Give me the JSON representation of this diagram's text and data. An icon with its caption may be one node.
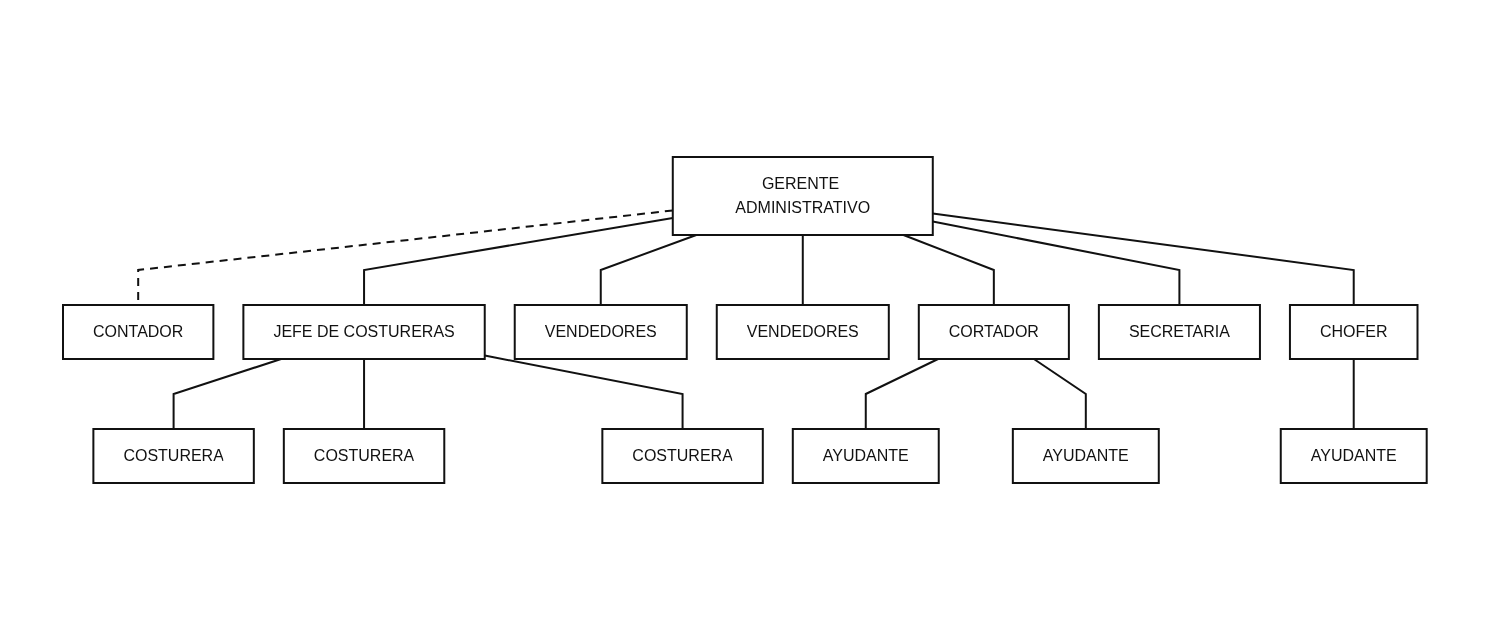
{
  "diagram": {
    "nodes": [
      {
        "text": [
          "GERENTE ADMINISTRATIVO"
        ]
      },
      {
        "text": [
          "CONTADOR"
        ]
      },
      {
        "text": [
          "JEFE DE COSTURERAS"
        ]
      },
      {
        "text": [
          "VENDEDORES"
        ]
      },
      {
        "text": [
          "VENDEDORES"
        ]
      },
      {
        "text": [
          "CORTADOR"
        ]
      },
      {
        "text": [
          "SECRETARIA"
        ]
      },
      {
        "text": [
          "CHOFER"
        ]
      },
      {
        "text": [
          "COSTURERA"
        ]
      },
      {
        "text": [
          "COSTURERA"
        ]
      },
      {
        "text": [
          "COSTURERA"
        ]
      },
      {
        "text": [
          "AYUDANTE"
        ]
      },
      {
        "text": [
          "AYUDANTE"
        ]
      },
      {
        "text": [
          "AYUDANTE"
        ]
      }
    ],
    "edges": [
      {
        "from": 0,
        "to": 1,
        "arrow": "none",
        "style": "dashed"
      },
      {
        "from": 0,
        "to": 2,
        "arrow": "none"
      },
      {
        "from": 0,
        "to": 3,
        "arrow": "none"
      },
      {
        "from": 0,
        "to": 4,
        "arrow": "none"
      },
      {
        "from": 0,
        "to": 5,
        "arrow": "none"
      },
      {
        "from": 0,
        "to": 6,
        "arrow": "none"
      },
      {
        "from": 0,
        "to": 7,
        "arrow": "none"
      },
      {
        "from": 2,
        "to": 8,
        "arrow": "none"
      },
      {
        "from": 2,
        "to": 9,
        "arrow": "none"
      },
      {
        "from": 2,
        "to": 10,
        "arrow": "none"
      },
      {
        "from": 5,
        "to": 11,
        "arrow": "none"
      },
      {
        "from": 5,
        "to": 12,
        "arrow": "none"
      },
      {
        "from": 7,
        "to": 13,
        "arrow": "none"
      }
    ]
  }
}
